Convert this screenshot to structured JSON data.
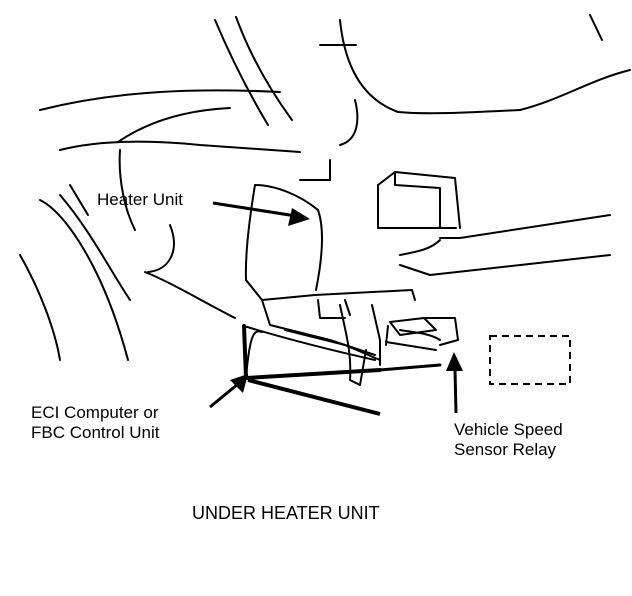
{
  "labels": {
    "heater_unit": "Heater Unit",
    "eci_computer": [
      "ECI Computer or",
      "FBC Control Unit"
    ],
    "vehicle_speed_sensor_relay": [
      "Vehicle Speed",
      "Sensor Relay"
    ]
  },
  "caption": "UNDER HEATER UNIT",
  "colors": {
    "ink": "#000000",
    "background": "#ffffff"
  }
}
